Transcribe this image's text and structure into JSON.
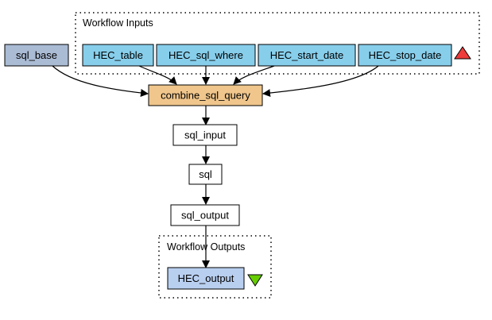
{
  "inputs_cluster": {
    "label": "Workflow Inputs"
  },
  "outputs_cluster": {
    "label": "Workflow Outputs"
  },
  "nodes": {
    "sql_base": "sql_base",
    "hec_table": "HEC_table",
    "hec_sql_where": "HEC_sql_where",
    "hec_start_date": "HEC_start_date",
    "hec_stop_date": "HEC_stop_date",
    "combine": "combine_sql_query",
    "sql_input": "sql_input",
    "sql": "sql",
    "sql_output": "sql_output",
    "hec_output": "HEC_output"
  },
  "colors": {
    "sql_base_fill": "#aabbd4",
    "input_fill": "#87ceeb",
    "processor_fill": "#f0c68c",
    "port_fill": "#ffffff",
    "output_fill": "#b9cff0",
    "triangle_up": "#ee3b3b",
    "triangle_down": "#66cd00"
  },
  "icons": {
    "inputs_marker": "red-up-triangle-icon",
    "outputs_marker": "green-down-triangle-icon"
  }
}
